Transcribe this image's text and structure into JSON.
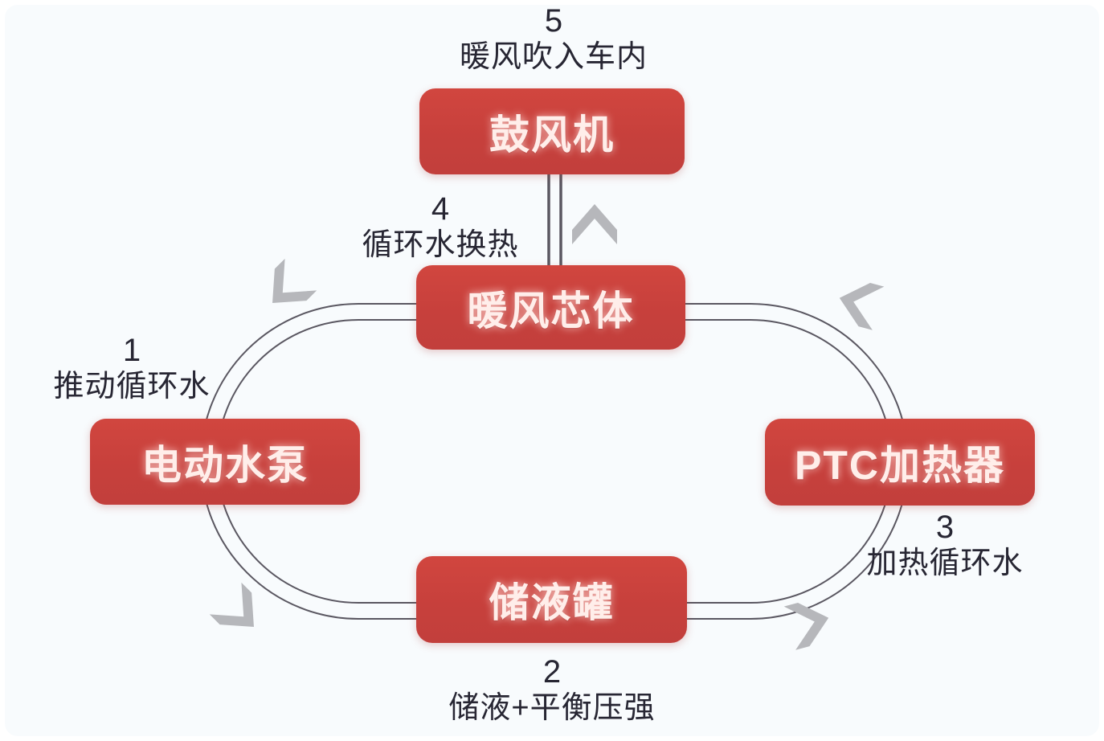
{
  "diagram": {
    "nodes": {
      "blower": "鼓风机",
      "heater_core": "暖风芯体",
      "water_pump": "电动水泵",
      "ptc_heater": "PTC加热器",
      "reservoir": "储液罐"
    },
    "steps": {
      "s1": {
        "num": "1",
        "text": "推动循环水"
      },
      "s2": {
        "num": "2",
        "text": "储液+平衡压强"
      },
      "s3": {
        "num": "3",
        "text": "加热循环水"
      },
      "s4": {
        "num": "4",
        "text": "循环水换热"
      },
      "s5": {
        "num": "5",
        "text": "暖风吹入车内"
      }
    },
    "icons": [
      "flow-arrow-up-to-blower-icon",
      "flow-arrow-top-left-icon",
      "flow-arrow-top-right-icon",
      "flow-arrow-bottom-left-icon",
      "flow-arrow-bottom-right-icon"
    ],
    "colors": {
      "node_fill": "#c9433f",
      "node_text": "#ffeeea",
      "pipe_line": "#5a5761",
      "arrow": "#b6b7bb",
      "canvas_bg": "#f8fbfd",
      "label_text": "#272633"
    }
  }
}
